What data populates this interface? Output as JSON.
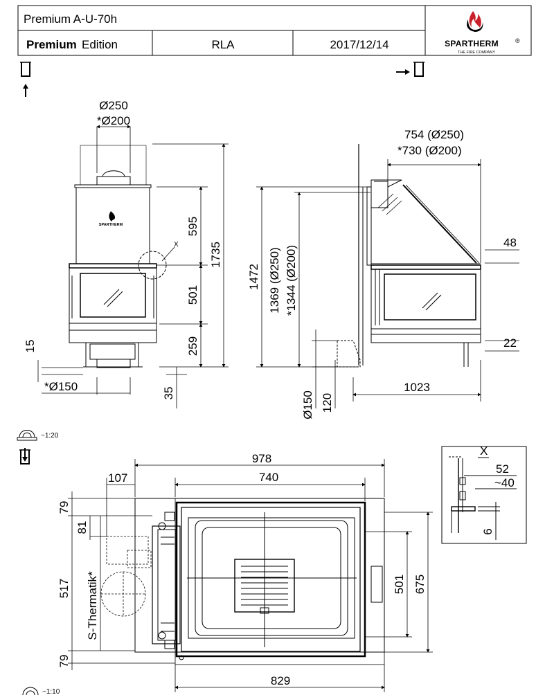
{
  "header": {
    "model": "Premium A-U-70h",
    "edition_bold": "Premium",
    "edition_rest": "Edition",
    "variant": "RLA",
    "date": "2017/12/14",
    "brand": "SPARTHERM",
    "brand_reg": "®",
    "brand_tagline": "THE FIRE COMPANY"
  },
  "front_view": {
    "flue_d": "Ø250",
    "flue_d_alt": "*Ø200",
    "dim_upper": "595",
    "dim_total": "1735",
    "dim_glass": "501",
    "dim_base": "259",
    "dim_foot": "15",
    "air_d": "*Ø150",
    "dim_bottom": "35",
    "detail_mark": "X",
    "logo_text": "SPARTHERM"
  },
  "side_view": {
    "depth_top": "754 (Ø250)",
    "depth_top_alt": "*730 (Ø200)",
    "dim_48": "48",
    "dim_total": "1472",
    "dim_flue": "1369 (Ø250)",
    "dim_flue_alt": "*1344 (Ø200)",
    "dim_22": "22",
    "air_d": "Ø150",
    "dim_120": "120",
    "depth": "1023"
  },
  "scale_upper": "~1:20",
  "scale_lower": "~1:10",
  "plan_view": {
    "width_outer": "978",
    "width_inner": "740",
    "dim_107": "107",
    "dim_79_top": "79",
    "dim_81": "81",
    "dim_517": "517",
    "thermatik": "S-Thermatik*",
    "dim_79_bottom": "79",
    "dim_501": "501",
    "dim_675": "675",
    "width_bottom": "829"
  },
  "detail_x": {
    "label": "X",
    "dim_52": "52",
    "dim_40": "~40",
    "dim_6": "6"
  }
}
